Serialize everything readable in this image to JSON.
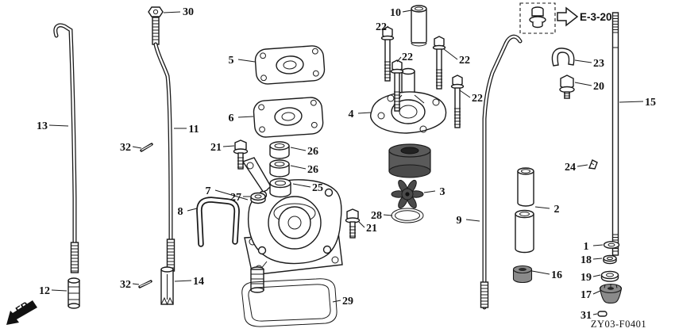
{
  "diagram": {
    "ref_label": "E-3-20",
    "footer_code": "ZY03-F0401",
    "orientation_label": "FR.",
    "colors": {
      "line": "#1a1a1a",
      "dark_part": "#4a4a4a",
      "background": "#ffffff"
    },
    "callouts": {
      "n30": "30",
      "n10": "10",
      "n22a": "22",
      "n22b": "22",
      "n22c": "22",
      "n22d": "22",
      "n5": "5",
      "n6": "6",
      "n13": "13",
      "n11": "11",
      "n32a": "32",
      "n32b": "32",
      "n4": "4",
      "n21a": "21",
      "n21b": "21",
      "n26a": "26",
      "n26b": "26",
      "n25": "25",
      "n7": "7",
      "n27": "27",
      "n8": "8",
      "n3": "3",
      "n28": "28",
      "n24": "24",
      "n23": "23",
      "n20": "20",
      "n15": "15",
      "n2": "2",
      "n9": "9",
      "n16": "16",
      "n1": "1",
      "n18": "18",
      "n19": "19",
      "n17": "17",
      "n31": "31",
      "n14": "14",
      "n12": "12",
      "n29": "29"
    }
  }
}
